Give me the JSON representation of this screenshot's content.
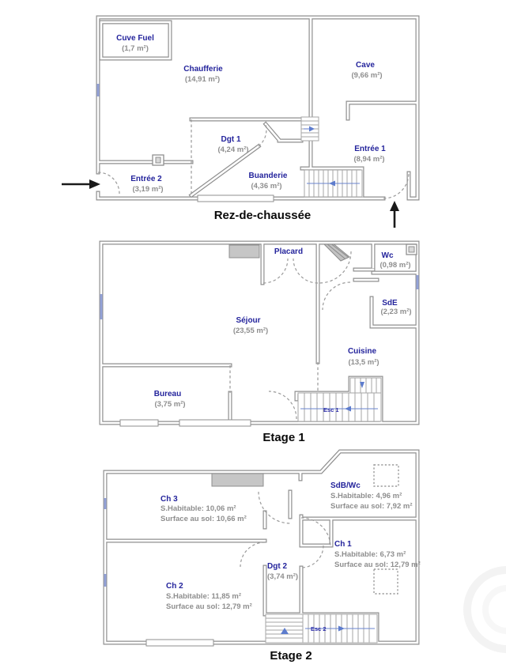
{
  "document_type": "floor-plan",
  "colors": {
    "room_name": "#24249c",
    "area_text": "#8e8e8e",
    "wall": "#8f8f8f",
    "window": "#93a2d8",
    "stair_accent": "#5d7ccd",
    "title": "#0a0a0a"
  },
  "floors": [
    {
      "id": "rez-de-chaussee",
      "title": "Rez-de-chaussée",
      "rooms": [
        {
          "name": "Cuve Fuel",
          "area": "(1,7 m²)"
        },
        {
          "name": "Chaufferie",
          "area": "(14,91 m²)"
        },
        {
          "name": "Cave",
          "area": "(9,66 m²)"
        },
        {
          "name": "Dgt 1",
          "area": "(4,24 m²)"
        },
        {
          "name": "Entrée 1",
          "area": "(8,94 m²)"
        },
        {
          "name": "Entrée 2",
          "area": "(3,19 m²)"
        },
        {
          "name": "Buanderie",
          "area": "(4,36 m²)"
        }
      ]
    },
    {
      "id": "etage-1",
      "title": "Etage 1",
      "rooms": [
        {
          "name": "Placard",
          "area": ""
        },
        {
          "name": "Wc",
          "area": "(0,98 m²)"
        },
        {
          "name": "SdE",
          "area": "(2,23 m²)"
        },
        {
          "name": "Séjour",
          "area": "(23,55 m²)"
        },
        {
          "name": "Cuisine",
          "area": "(13,5 m²)"
        },
        {
          "name": "Bureau",
          "area": "(3,75 m²)"
        }
      ],
      "stair_label": "Esc 1"
    },
    {
      "id": "etage-2",
      "title": "Etage 2",
      "rooms": [
        {
          "name": "Ch 3",
          "habitable": "S.Habitable: 10,06 m²",
          "sol": "Surface au sol: 10,66 m²"
        },
        {
          "name": "SdB/Wc",
          "habitable": "S.Habitable: 4,96 m²",
          "sol": "Surface au sol: 7,92 m²"
        },
        {
          "name": "Ch 1",
          "habitable": "S.Habitable: 6,73 m²",
          "sol": "Surface au sol: 12,79 m²"
        },
        {
          "name": "Dgt 2",
          "area": "(3,74 m²)"
        },
        {
          "name": "Ch 2",
          "habitable": "S.Habitable: 11,85 m²",
          "sol": "Surface au sol: 12,79 m²"
        }
      ],
      "stair_label": "Esc 2"
    }
  ]
}
